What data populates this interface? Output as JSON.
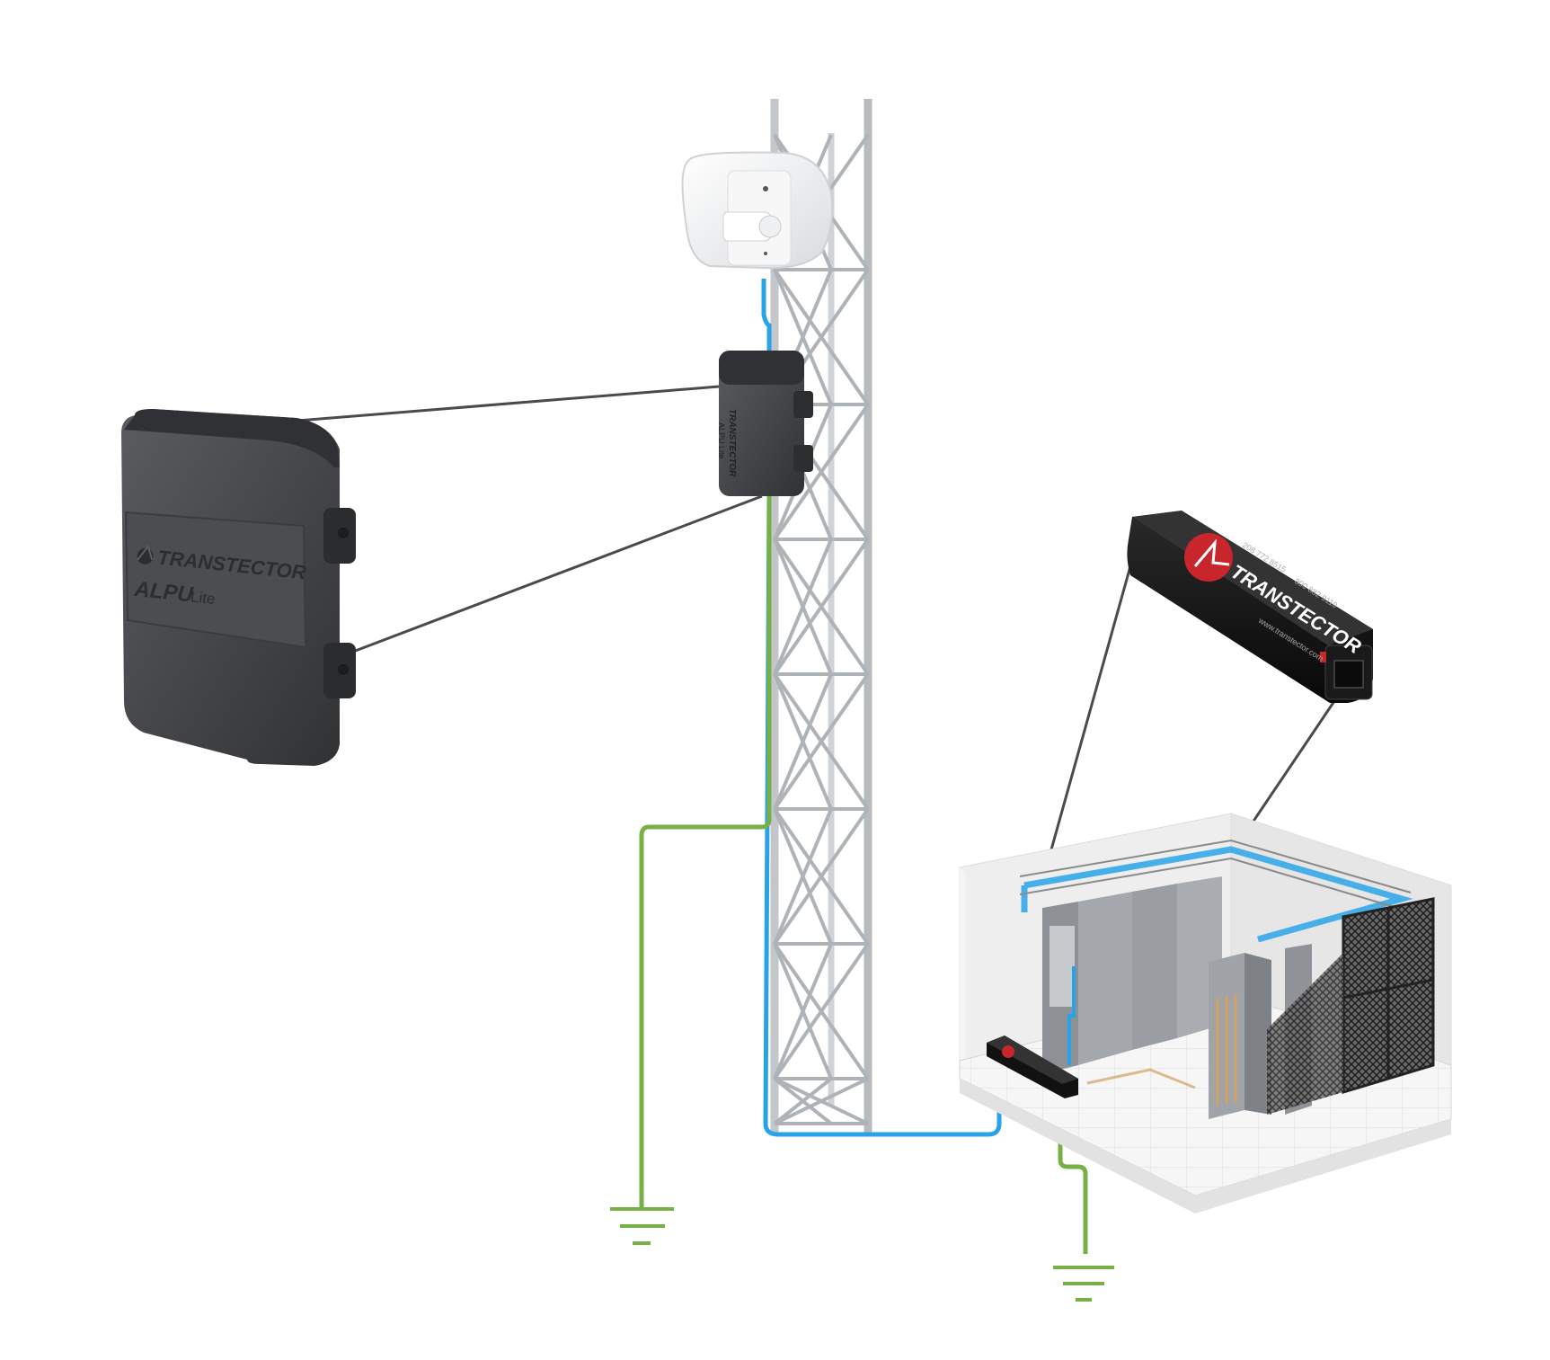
{
  "colors": {
    "ethernet_cable": "#29a3e8",
    "ground_wire": "#77b044",
    "callout_line": "#4a4a4a",
    "tower_steel": "#b9bec3",
    "enclosure_dark": "#3f4144",
    "enclosure_face": "#4a4c4f",
    "inline_black": "#141414",
    "brand_red": "#c8262c",
    "server_room_wall": "#ececec",
    "floor_tile": "#f4f4f4"
  },
  "large_alpu": {
    "brand": "TRANSTECTOR",
    "model": "ALPU",
    "variant": "Lite"
  },
  "small_alpu": {
    "brand": "TRANSTECTOR",
    "model_text": "ALPU Lite"
  },
  "inline_protector": {
    "brand": "TRANSTECTOR",
    "phone": "208 772 8515",
    "phone2": "800 882 9110",
    "website": "www.transtector.com"
  },
  "icons": {
    "antenna": "directional-panel-antenna",
    "ground_left": "ground-symbol",
    "ground_right": "ground-symbol"
  }
}
